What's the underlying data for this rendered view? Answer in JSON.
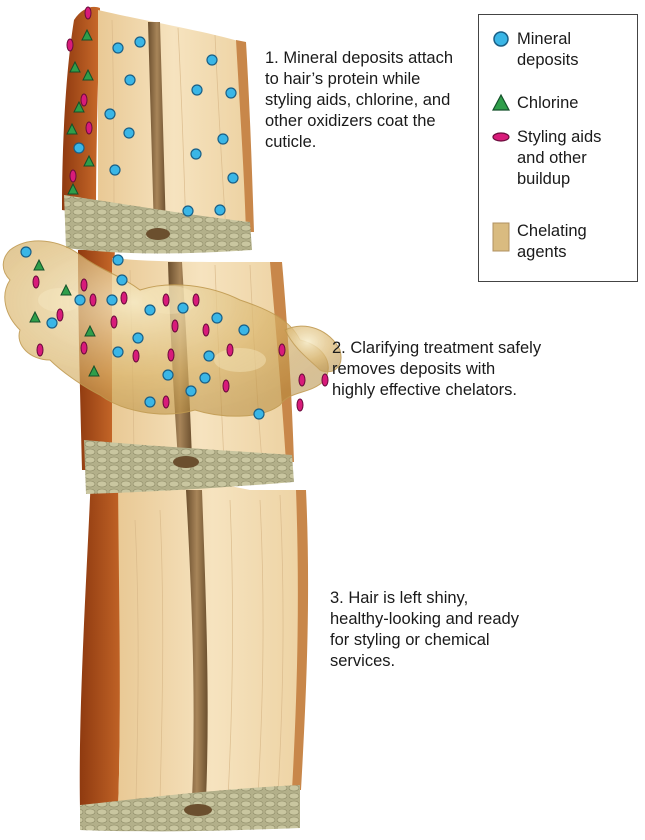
{
  "steps": {
    "step1": "1. Mineral deposits attach to hair’s protein while styling aids, chlorine, and other oxidizers coat the cuticle.",
    "step2": "2. Clarifying treatment safely removes deposits with highly effective chelators.",
    "step3": "3. Hair is left shiny, healthy-looking and ready for styling or chemical services."
  },
  "legend": {
    "mineral": "Mineral deposits",
    "chlorine": "Chlorine",
    "styling": "Styling aids and other buildup",
    "chelating": "Chelating agents"
  },
  "colors": {
    "mineral": "#3ab6e6",
    "chlorine": "#2f9e4a",
    "styling": "#d81b7a",
    "chelating": "#d9bb80",
    "hair_light": "#f0d7a8",
    "hair_edge": "#b5541b",
    "medulla": "#8a6a43",
    "cortex_cut": "#a9a77e"
  }
}
